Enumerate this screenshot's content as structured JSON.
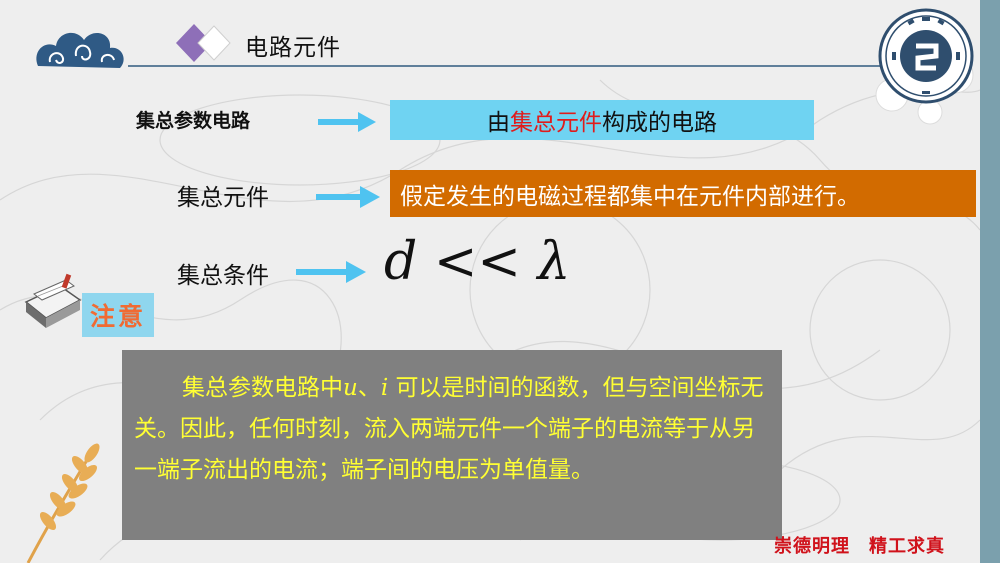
{
  "header": {
    "title": "电路元件"
  },
  "rows": [
    {
      "label": "集总参数电路",
      "box_parts": [
        {
          "text": "由"
        },
        {
          "text": "集总元件"
        },
        {
          "text": "构成的电路"
        }
      ]
    },
    {
      "label": "集总元件",
      "box_text": "假定发生的电磁过程都集中在元件内部进行。"
    },
    {
      "label": "集总条件",
      "formula": "d << λ"
    }
  ],
  "attention_label": "注意",
  "note": {
    "part1": "集总参数电路中",
    "var_u": "u",
    "sep": "、",
    "var_i": "i",
    "part2": " 可以是时间的函数，但与空间坐标无关。因此，任何时刻，流入两端元件一个端子的电流等于从另一端子流出的电流；端子间的电压为单值量。"
  },
  "footer": {
    "motto": "崇德明理　精工求真"
  },
  "colors": {
    "blue_box": "#6fd3f2",
    "orange_box": "#d26b00",
    "note_bg": "#808080",
    "note_text": "#ffff33",
    "highlight_red": "#e01c1c",
    "arrow": "#4fc3f0",
    "motto": "#d0121b"
  },
  "icons": [
    "cloud-ornament-icon",
    "diamond-bullet-icon",
    "university-logo-icon",
    "arrow-right-icon",
    "book-icon",
    "wheat-icon"
  ]
}
